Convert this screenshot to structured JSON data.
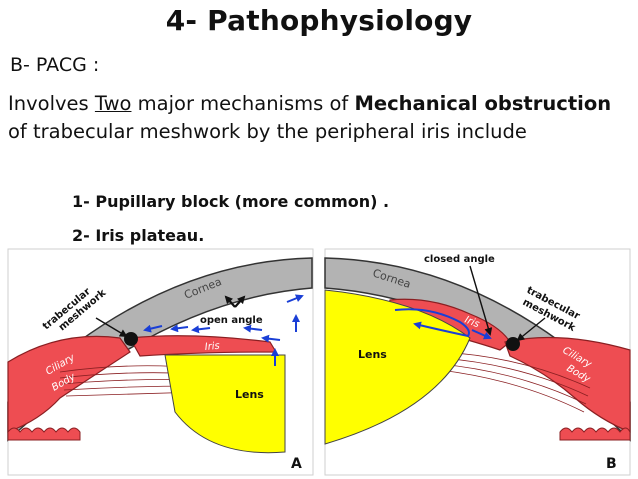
{
  "title": "4- Pathophysiology",
  "subtitle": "B- PACG :",
  "paragraph": {
    "part1": "Involves ",
    "part2": "Two",
    "part3": " major mechanisms of ",
    "part4": "Mechanical obstruction",
    "part5": " of trabecular meshwork by the peripheral iris include"
  },
  "points": [
    "1- Pupillary block (more common) .",
    "2- Iris plateau."
  ],
  "figure": {
    "panel_a": {
      "letter": "A",
      "labels": {
        "trabecular": "trabecular",
        "meshwork": "meshwork",
        "cornea": "Cornea",
        "open_angle": "open angle",
        "iris": "Iris",
        "ciliary": "Ciliary",
        "body": "Body",
        "lens": "Lens"
      }
    },
    "panel_b": {
      "letter": "B",
      "labels": {
        "closed_angle": "closed angle",
        "cornea": "Cornea",
        "trabecular": "trabecular",
        "meshwork": "meshwork",
        "lens": "Lens",
        "iris": "Iris",
        "ciliary": "Ciliary",
        "body": "Body"
      }
    },
    "colors": {
      "cornea": "#b3b3b3",
      "iris": "#ee4d52",
      "lens": "#ffff00",
      "arrow": "#1a3fd6"
    }
  }
}
